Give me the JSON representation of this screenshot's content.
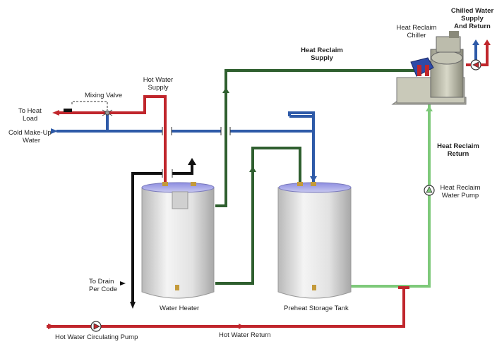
{
  "labels": {
    "chilled_water_supply": "Chilled Water",
    "chilled_water_supply_2": "Supply",
    "chilled_water_supply_3": "And Return",
    "heat_reclaim_chiller": "Heat Reclaim",
    "heat_reclaim_chiller_2": "Chiller",
    "heat_reclaim_supply": "Heat Reclaim",
    "heat_reclaim_supply_2": "Supply",
    "hot_water_supply": "Hot Water",
    "hot_water_supply_2": "Supply",
    "mixing_valve": "Mixing Valve",
    "to_heat_load": "To Heat",
    "to_heat_load_2": "Load",
    "cold_makeup": "Cold Make-Up",
    "cold_makeup_2": "Water",
    "heat_reclaim_return": "Heat Reclaim",
    "heat_reclaim_return_2": "Return",
    "heat_reclaim_pump": "Heat Reclaim",
    "heat_reclaim_pump_2": "Water Pump",
    "to_drain": "To Drain",
    "to_drain_2": "Per Code",
    "water_heater": "Water Heater",
    "preheat_tank": "Preheat Storage Tank",
    "hw_circ_pump": "Hot Water Circulating Pump",
    "hw_return": "Hot Water Return"
  },
  "colors": {
    "hot": "#c0262c",
    "cold": "#2e5aa8",
    "reclaim_supply": "#2f5f2f",
    "reclaim_return": "#7ec97a",
    "drain": "#111111"
  }
}
